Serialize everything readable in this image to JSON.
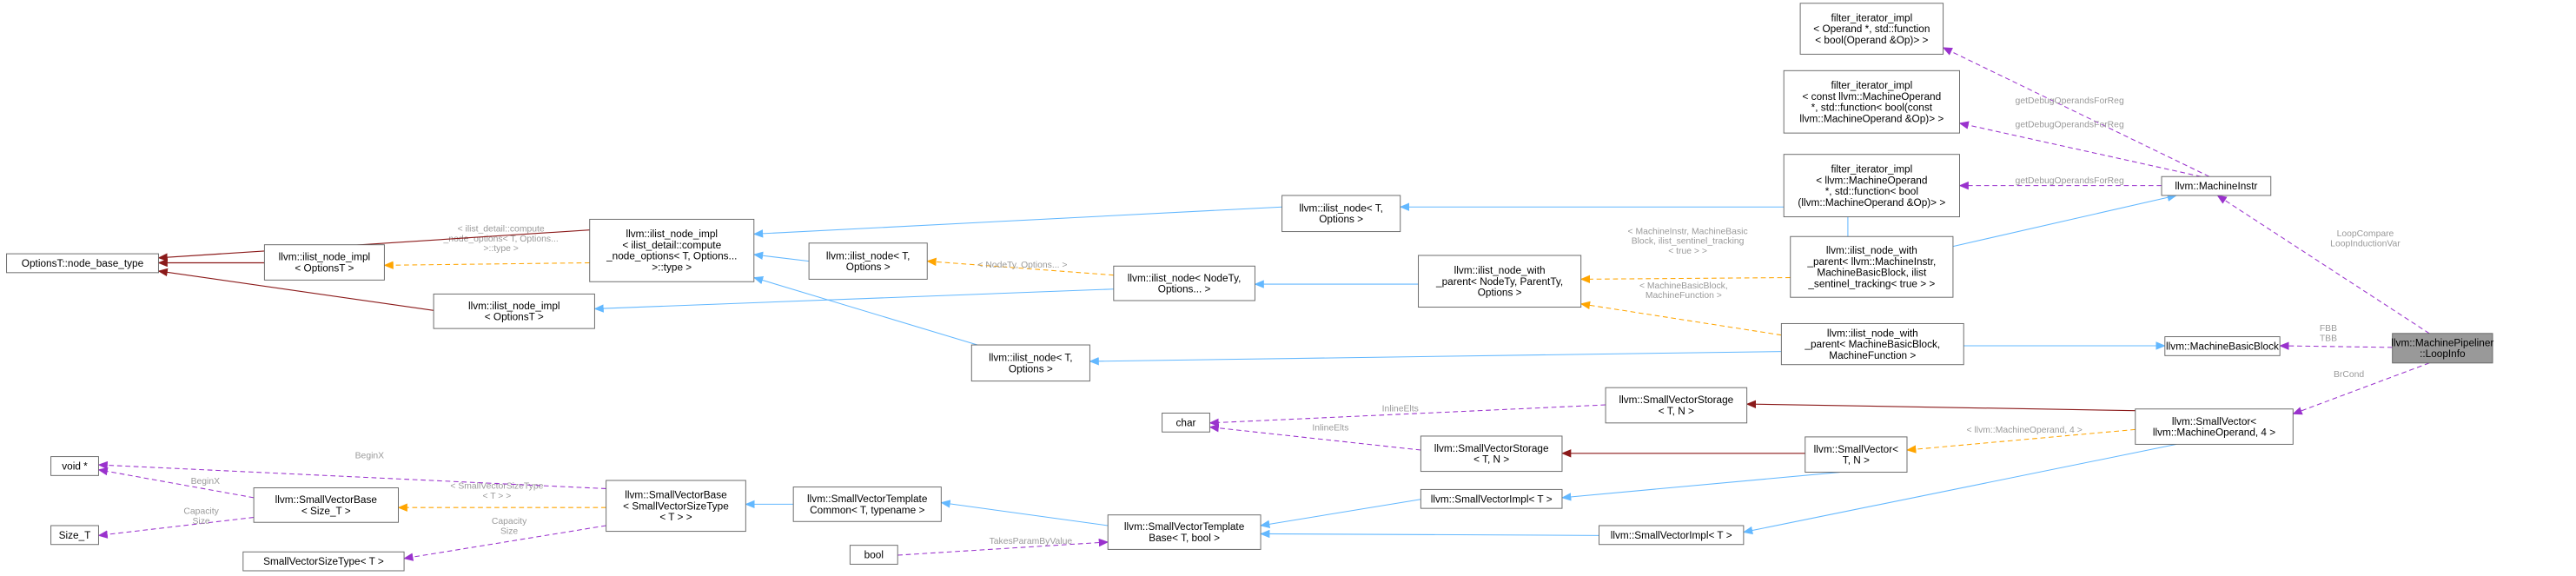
{
  "colors": {
    "inherit": "#63b8ff",
    "member": "#9a32cd",
    "template": "#ffa500",
    "private": "#8b1a1a"
  },
  "nodes": [
    {
      "id": "loopinfo",
      "lines": [
        "llvm::MachinePipeliner",
        "::LoopInfo"
      ],
      "highlight": true
    },
    {
      "id": "machineinstr",
      "lines": [
        "llvm::MachineInstr"
      ]
    },
    {
      "id": "machinebasicblock",
      "lines": [
        "llvm::MachineBasicBlock"
      ]
    },
    {
      "id": "smallvector_mo4",
      "lines": [
        "llvm::SmallVector<",
        "llvm::MachineOperand, 4 >"
      ]
    },
    {
      "id": "fi_operand",
      "lines": [
        "filter_iterator_impl",
        "< Operand *, std::function",
        "< bool(Operand &Op)> >"
      ]
    },
    {
      "id": "fi_const_mo",
      "lines": [
        "filter_iterator_impl",
        "< const llvm::MachineOperand",
        " *, std::function< bool(const",
        " llvm::MachineOperand &Op)> >"
      ]
    },
    {
      "id": "fi_mo",
      "lines": [
        "filter_iterator_impl",
        "< llvm::MachineOperand",
        " *, std::function< bool",
        "(llvm::MachineOperand &Op)> >"
      ]
    },
    {
      "id": "inwp_mi",
      "lines": [
        "llvm::ilist_node_with",
        "_parent< llvm::MachineInstr,",
        " MachineBasicBlock, ilist",
        "_sentinel_tracking< true > >"
      ]
    },
    {
      "id": "inwp_mbb",
      "lines": [
        "llvm::ilist_node_with",
        "_parent< MachineBasicBlock,",
        " MachineFunction >"
      ]
    },
    {
      "id": "inwp_generic",
      "lines": [
        "llvm::ilist_node_with",
        "_parent< NodeTy, ParentTy,",
        " Options >"
      ]
    },
    {
      "id": "ilist_node_t_opt_top",
      "lines": [
        "llvm::ilist_node< T,",
        " Options >"
      ]
    },
    {
      "id": "ilist_node_nodety",
      "lines": [
        "llvm::ilist_node< NodeTy,",
        " Options... >"
      ]
    },
    {
      "id": "ilist_node_t_opt_mid",
      "lines": [
        "llvm::ilist_node< T,",
        " Options >"
      ]
    },
    {
      "id": "ilist_node_t_opt_bot",
      "lines": [
        "llvm::ilist_node< T,",
        " Options >"
      ]
    },
    {
      "id": "ilist_node_impl_main",
      "lines": [
        "llvm::ilist_node_impl",
        "< ilist_detail::compute",
        "_node_options< T, Options...",
        " >::type >"
      ]
    },
    {
      "id": "ilist_node_impl_opt1",
      "lines": [
        "llvm::ilist_node_impl",
        "< OptionsT >"
      ]
    },
    {
      "id": "ilist_node_impl_opt2",
      "lines": [
        "llvm::ilist_node_impl",
        "< OptionsT >"
      ]
    },
    {
      "id": "node_base_type",
      "lines": [
        "OptionsT::node_base_type"
      ]
    },
    {
      "id": "sv_storage_top",
      "lines": [
        "llvm::SmallVectorStorage",
        "< T, N >"
      ]
    },
    {
      "id": "sv_storage_mid",
      "lines": [
        "llvm::SmallVectorStorage",
        "< T, N >"
      ]
    },
    {
      "id": "char",
      "lines": [
        "char"
      ]
    },
    {
      "id": "sv_t_n",
      "lines": [
        "llvm::SmallVector<",
        " T, N >"
      ]
    },
    {
      "id": "sv_impl_mid",
      "lines": [
        "llvm::SmallVectorImpl< T >"
      ]
    },
    {
      "id": "sv_impl_bot",
      "lines": [
        "llvm::SmallVectorImpl< T >"
      ]
    },
    {
      "id": "svtc",
      "lines": [
        "llvm::SmallVectorTemplate",
        "Common< T, typename >"
      ]
    },
    {
      "id": "svtb",
      "lines": [
        "llvm::SmallVectorTemplate",
        "Base< T, bool >"
      ]
    },
    {
      "id": "bool",
      "lines": [
        "bool"
      ]
    },
    {
      "id": "svbase_main",
      "lines": [
        "llvm::SmallVectorBase",
        "< SmallVectorSizeType",
        "< T > >"
      ]
    },
    {
      "id": "svbase_size",
      "lines": [
        "llvm::SmallVectorBase",
        "< Size_T >"
      ]
    },
    {
      "id": "void_ptr",
      "lines": [
        "void *"
      ]
    },
    {
      "id": "size_t",
      "lines": [
        "Size_T"
      ]
    },
    {
      "id": "svsizetype",
      "lines": [
        "SmallVectorSizeType< T >"
      ]
    }
  ],
  "edges": [
    {
      "id": "mi_to_loopinfo",
      "kind": "member",
      "labels": [
        "LoopCompare",
        "LoopInductionVar"
      ]
    },
    {
      "id": "mbb_to_loopinfo",
      "kind": "member",
      "labels": [
        "FBB",
        "TBB"
      ]
    },
    {
      "id": "svmo_to_loopinfo",
      "kind": "member",
      "labels": [
        "BrCond"
      ]
    },
    {
      "id": "fi_operand_to_mi",
      "kind": "member",
      "labels": [
        "getDebugOperandsForReg"
      ]
    },
    {
      "id": "fi_const_mo_to_mi",
      "kind": "member",
      "labels": [
        "getDebugOperandsForReg"
      ]
    },
    {
      "id": "fi_mo_to_mi",
      "kind": "member",
      "labels": [
        "getDebugOperandsForReg"
      ]
    },
    {
      "id": "inwp_mi_to_mi",
      "kind": "inherit",
      "labels": []
    },
    {
      "id": "inwp_mbb_to_mbb",
      "kind": "inherit",
      "labels": []
    },
    {
      "id": "generic_to_inwp_mi",
      "kind": "template",
      "labels": [
        "< MachineInstr, MachineBasic",
        "Block, ilist_sentinel_tracking",
        "< true > >"
      ]
    },
    {
      "id": "generic_to_inwp_mbb",
      "kind": "template",
      "labels": [
        "< MachineBasicBlock,",
        " MachineFunction >"
      ]
    },
    {
      "id": "ilnt_top_to_inwp_mi",
      "kind": "inherit",
      "labels": []
    },
    {
      "id": "ilnt_bot_to_inwp_mbb",
      "kind": "inherit",
      "labels": []
    },
    {
      "id": "ilnn_to_generic",
      "kind": "inherit",
      "labels": []
    },
    {
      "id": "ilnt_mid_to_ilnn",
      "kind": "template",
      "labels": [
        "< NodeTy, Options... >"
      ]
    },
    {
      "id": "impl_to_ilnt_top",
      "kind": "inherit",
      "labels": []
    },
    {
      "id": "impl_to_ilnt_mid",
      "kind": "inherit",
      "labels": []
    },
    {
      "id": "impl_to_ilnt_bot",
      "kind": "inherit",
      "labels": []
    },
    {
      "id": "impl_opt2_to_ilnn",
      "kind": "inherit",
      "labels": []
    },
    {
      "id": "impl_opt1_to_impl_main",
      "kind": "template",
      "labels": [
        "< ilist_detail::compute",
        "_node_options< T, Options...",
        " >::type >"
      ]
    },
    {
      "id": "nbt_to_impl_main",
      "kind": "private",
      "labels": []
    },
    {
      "id": "nbt_to_impl_opt1",
      "kind": "private",
      "labels": []
    },
    {
      "id": "nbt_to_impl_opt2",
      "kind": "private",
      "labels": []
    },
    {
      "id": "svstorage_top_to_svmo",
      "kind": "private",
      "labels": []
    },
    {
      "id": "svtn_to_svmo",
      "kind": "template",
      "labels": [
        "< llvm::MachineOperand, 4 >"
      ]
    },
    {
      "id": "svimpl_bot_to_svmo",
      "kind": "inherit",
      "labels": []
    },
    {
      "id": "char_to_storage_top",
      "kind": "member",
      "labels": [
        "InlineElts"
      ]
    },
    {
      "id": "char_to_storage_mid",
      "kind": "member",
      "labels": [
        "InlineElts"
      ]
    },
    {
      "id": "storage_mid_to_svtn",
      "kind": "private",
      "labels": []
    },
    {
      "id": "svimpl_mid_to_svtn",
      "kind": "inherit",
      "labels": []
    },
    {
      "id": "svtb_to_svimpl_mid",
      "kind": "inherit",
      "labels": []
    },
    {
      "id": "svtb_to_svimpl_bot",
      "kind": "inherit",
      "labels": []
    },
    {
      "id": "svtc_to_svtb",
      "kind": "inherit",
      "labels": []
    },
    {
      "id": "bool_to_svtb",
      "kind": "member",
      "labels": [
        "TakesParamByValue"
      ]
    },
    {
      "id": "svbase_main_to_svtc",
      "kind": "inherit",
      "labels": []
    },
    {
      "id": "svbase_size_to_svbase_main",
      "kind": "template",
      "labels": [
        "< SmallVectorSizeType",
        "< T > >"
      ]
    },
    {
      "id": "void_to_svbase_main",
      "kind": "member",
      "labels": [
        "BeginX"
      ]
    },
    {
      "id": "void_to_svbase_size",
      "kind": "member",
      "labels": [
        "BeginX"
      ]
    },
    {
      "id": "sizet_to_svbase_size",
      "kind": "member",
      "labels": [
        "Capacity",
        "Size"
      ]
    },
    {
      "id": "svsizetype_to_svbase_main",
      "kind": "member",
      "labels": [
        "Capacity",
        "Size"
      ]
    }
  ]
}
